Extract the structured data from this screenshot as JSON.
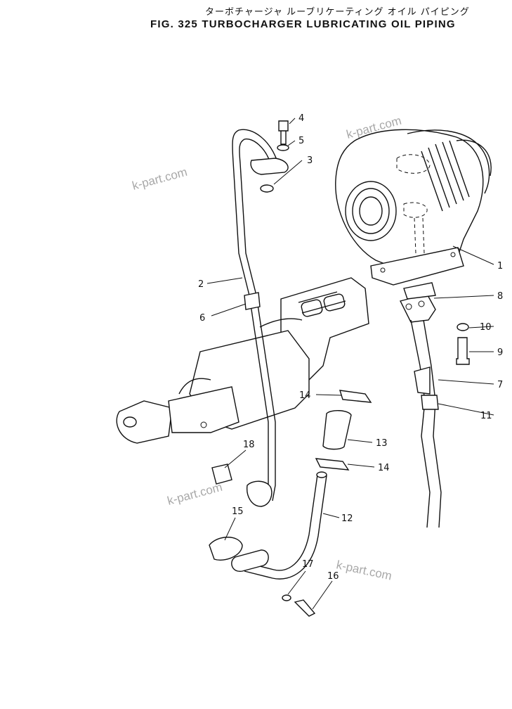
{
  "title_jp": "ターボチャージャ ルーブリケーティング オイル パイピング",
  "title_en": "FIG. 325  TURBOCHARGER LUBRICATING OIL PIPING",
  "watermark": "k-part.com",
  "callouts": [
    "1",
    "2",
    "3",
    "4",
    "5",
    "6",
    "7",
    "8",
    "9",
    "10",
    "11",
    "12",
    "13",
    "14",
    "14",
    "15",
    "16",
    "17",
    "18"
  ]
}
